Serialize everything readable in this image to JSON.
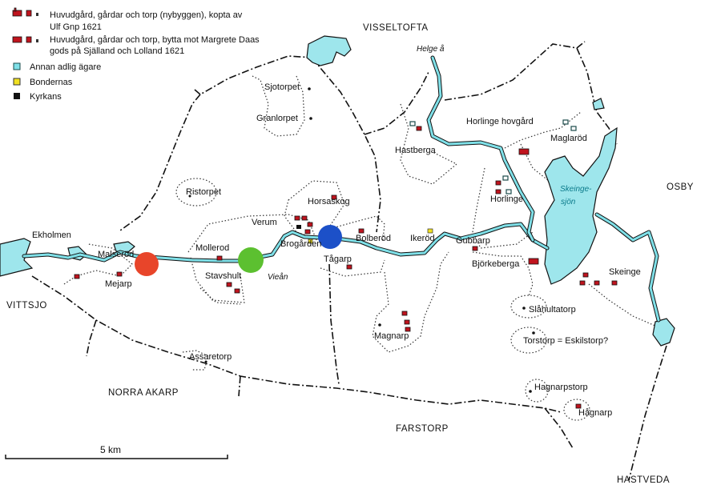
{
  "legend": {
    "items": [
      {
        "lines": [
          "Huvudgård, gårdar och torp (nybyggen), kopta av",
          "Ulf Gnp 1621"
        ],
        "icon": "red-manor-farm-croft-icons"
      },
      {
        "lines": [
          "Huvudgård, gårdar och torp, bytta mot Margrete Daas",
          "gods på Själland och Lolland 1621"
        ],
        "icon": "red-filled-manor-farm-croft-icons"
      },
      {
        "lines": [
          "Annan adlig ägare"
        ],
        "icon": "cyan-square",
        "color": "#7fe0e8"
      },
      {
        "lines": [
          "Bondernas"
        ],
        "icon": "yellow-square",
        "color": "#f0e020"
      },
      {
        "lines": [
          "Kyrkans"
        ],
        "icon": "black-square",
        "color": "#111111"
      }
    ]
  },
  "parishes": {
    "visseltofta": "VISSELTOFTA",
    "osby": "OSBY",
    "vittsjo": "VITTSJO",
    "norra_akarp": "NORRA AKARP",
    "farstorp": "FARSTORP",
    "hastveda": "HASTVEDA"
  },
  "waters": {
    "helge_a": "Helge å",
    "skeinge_1": "Skeinge-",
    "skeinge_2": "sjön",
    "viean": "Vieån"
  },
  "places": {
    "sjotorpet": "Sjotorpet",
    "granlorpet": "Granlorpet",
    "hastberga": "Hastberga",
    "horlinge_hovgard": "Horlinge hovgård",
    "maglarod": "Maglaröd",
    "horlinge": "Horlinge",
    "ristorpet": "Ristorpet",
    "horsaskog": "Horsaskog",
    "verum": "Verum",
    "bolberod": "Bolberöd",
    "ikerod": "Ikeröd",
    "gubbarp": "Gubbarp",
    "ekholmen": "Ekholmen",
    "malserod": "Malseröd",
    "mollerod": "Mollerod",
    "brogarden": "Brogården",
    "tagarp": "Tågarp",
    "stavshult": "Stavshult",
    "mejarp": "Mejarp",
    "bjorkeberga": "Björkeberga",
    "skeinge": "Skeinge",
    "slahultatorp": "Slåhultatorp",
    "torstorp": "Torstorp = Eskilstorp?",
    "magnarp": "Magnarp",
    "assaretorp": "Assaretorp",
    "hagnarpstorp": "Hagnarpstorp",
    "hagnarp": "Hågnarp"
  },
  "markers": [
    {
      "name": "red",
      "color": "#e8452a"
    },
    {
      "name": "green",
      "color": "#5cc030"
    },
    {
      "name": "blue",
      "color": "#1c50c8"
    }
  ],
  "scale": {
    "label": "5 km"
  }
}
